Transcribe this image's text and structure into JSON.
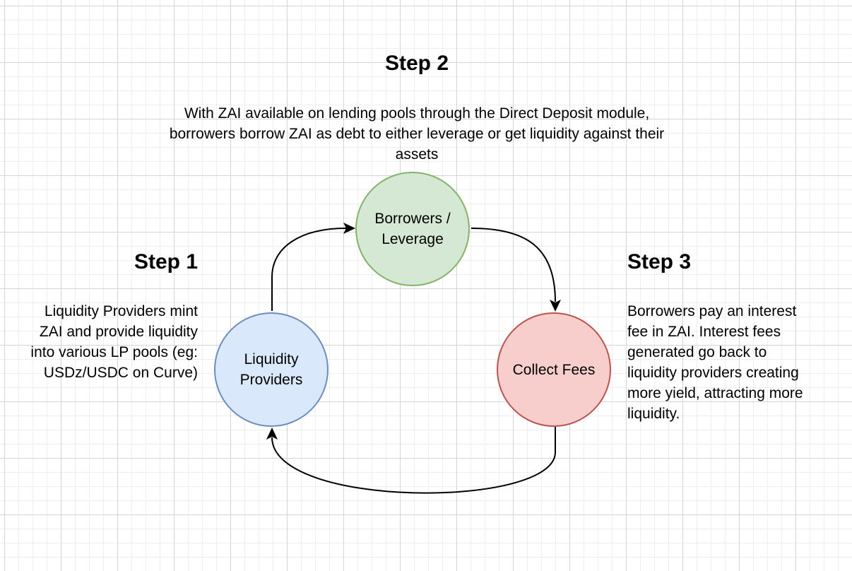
{
  "colors": {
    "borrowers_fill": "#d5e8d4",
    "borrowers_stroke": "#82b366",
    "lp_fill": "#dae8fc",
    "lp_stroke": "#6c8ebf",
    "fees_fill": "#f8cecc",
    "fees_stroke": "#b85450",
    "edge": "#000000"
  },
  "nodes": {
    "borrowers": {
      "label": "Borrowers / Leverage"
    },
    "lp": {
      "label": "Liquidity Providers"
    },
    "fees": {
      "label": "Collect Fees"
    }
  },
  "steps": {
    "step1": {
      "title": "Step 1",
      "description": "Liquidity Providers mint ZAI and provide liquidity into various LP pools (eg: USDz/USDC on Curve)"
    },
    "step2": {
      "title": "Step 2",
      "description": "With ZAI available on lending pools through the Direct Deposit module, borrowers borrow ZAI as debt to either leverage or get liquidity against their assets"
    },
    "step3": {
      "title": "Step 3",
      "description": "Borrowers pay an interest fee in ZAI. Interest fees generated go back to liquidity providers creating more yield, attracting more liquidity."
    }
  },
  "edges": [
    {
      "from": "lp",
      "to": "borrowers"
    },
    {
      "from": "borrowers",
      "to": "fees"
    },
    {
      "from": "fees",
      "to": "lp"
    }
  ]
}
